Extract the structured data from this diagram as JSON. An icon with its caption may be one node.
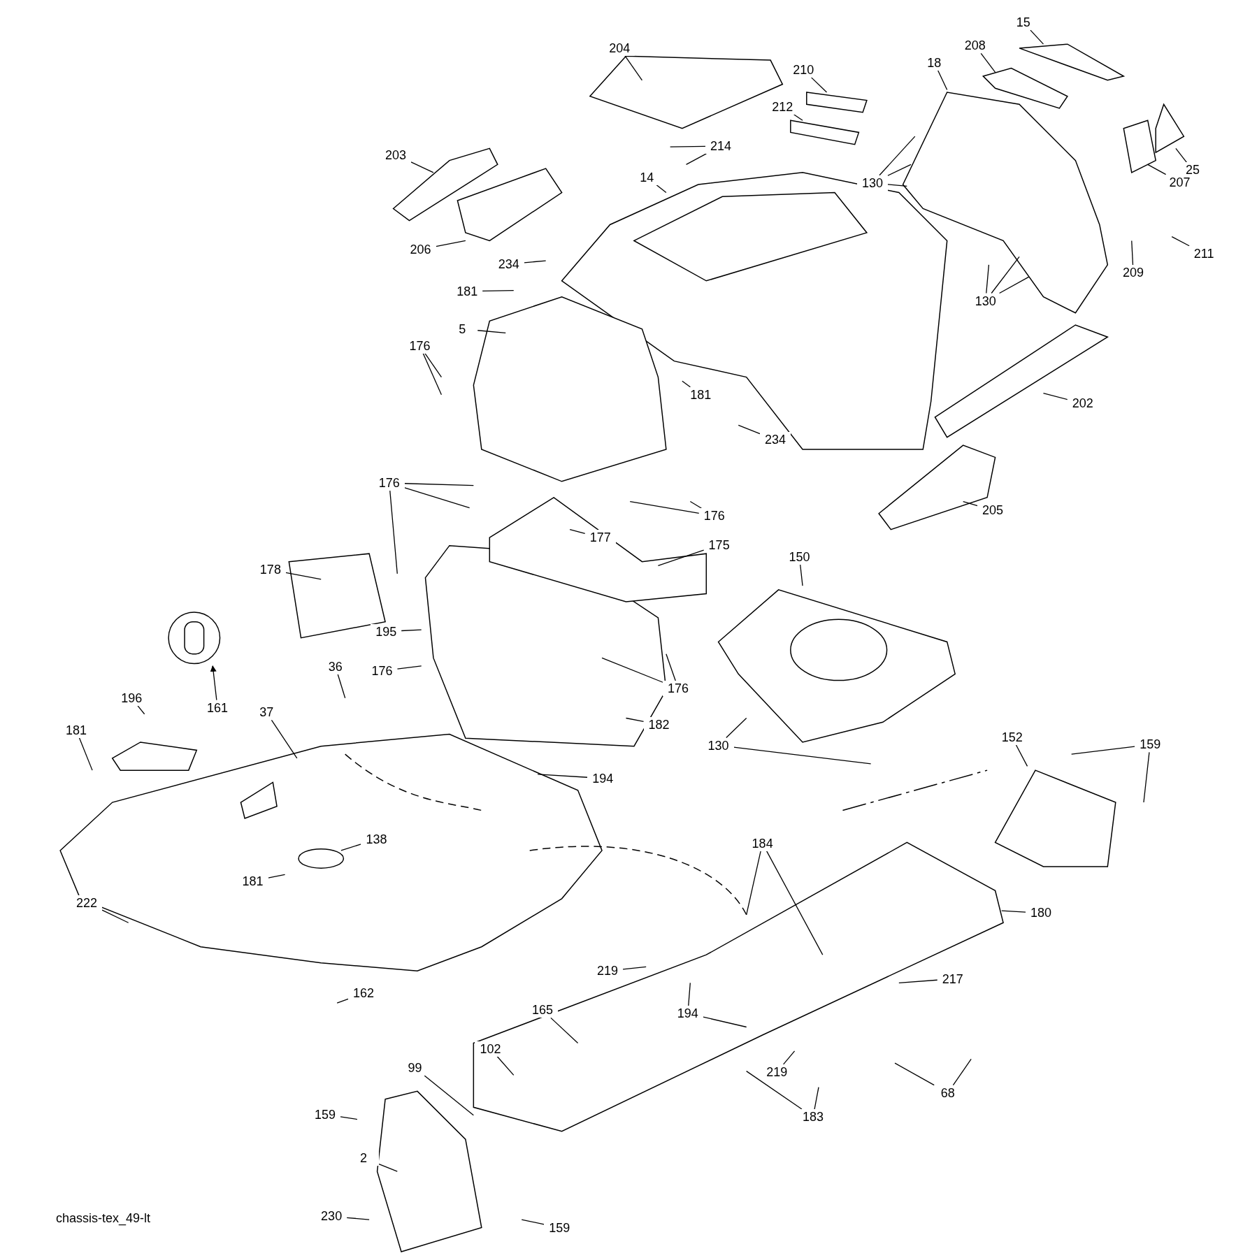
{
  "diagram": {
    "caption": "chassis-tex_49-lt",
    "nodes": [
      {
        "text": [
          "204"
        ]
      },
      {
        "text": [
          "210"
        ]
      },
      {
        "text": [
          "15"
        ]
      },
      {
        "text": [
          "208"
        ]
      },
      {
        "text": [
          "18"
        ]
      },
      {
        "text": [
          "212"
        ]
      },
      {
        "text": [
          "214"
        ]
      },
      {
        "text": [
          "203"
        ]
      },
      {
        "text": [
          "14"
        ]
      },
      {
        "text": [
          "130"
        ]
      },
      {
        "text": [
          "207"
        ]
      },
      {
        "text": [
          "25"
        ]
      },
      {
        "text": [
          "206"
        ]
      },
      {
        "text": [
          "234"
        ]
      },
      {
        "text": [
          "211"
        ]
      },
      {
        "text": [
          "209"
        ]
      },
      {
        "text": [
          "130"
        ]
      },
      {
        "text": [
          "181"
        ]
      },
      {
        "text": [
          "5"
        ]
      },
      {
        "text": [
          "176"
        ]
      },
      {
        "text": [
          "181"
        ]
      },
      {
        "text": [
          "202"
        ]
      },
      {
        "text": [
          "234"
        ]
      },
      {
        "text": [
          "176"
        ]
      },
      {
        "text": [
          "176"
        ]
      },
      {
        "text": [
          "205"
        ]
      },
      {
        "text": [
          "177"
        ]
      },
      {
        "text": [
          "175"
        ]
      },
      {
        "text": [
          "150"
        ]
      },
      {
        "text": [
          "178"
        ]
      },
      {
        "text": [
          "195"
        ]
      },
      {
        "text": [
          "36"
        ]
      },
      {
        "text": [
          "176"
        ]
      },
      {
        "text": [
          "176"
        ]
      },
      {
        "text": [
          "196"
        ]
      },
      {
        "text": [
          "161"
        ]
      },
      {
        "text": [
          "37"
        ]
      },
      {
        "text": [
          "181"
        ]
      },
      {
        "text": [
          "130"
        ]
      },
      {
        "text": [
          "182"
        ]
      },
      {
        "text": [
          "152"
        ]
      },
      {
        "text": [
          "159"
        ]
      },
      {
        "text": [
          "194"
        ]
      },
      {
        "text": [
          "138"
        ]
      },
      {
        "text": [
          "184"
        ]
      },
      {
        "text": [
          "181"
        ]
      },
      {
        "text": [
          "222"
        ]
      },
      {
        "text": [
          "180"
        ]
      },
      {
        "text": [
          "219"
        ]
      },
      {
        "text": [
          "217"
        ]
      },
      {
        "text": [
          "194"
        ]
      },
      {
        "text": [
          "162"
        ]
      },
      {
        "text": [
          "165"
        ]
      },
      {
        "text": [
          "102"
        ]
      },
      {
        "text": [
          "99"
        ]
      },
      {
        "text": [
          "219"
        ]
      },
      {
        "text": [
          "68"
        ]
      },
      {
        "text": [
          "159"
        ]
      },
      {
        "text": [
          "2"
        ]
      },
      {
        "text": [
          "183"
        ]
      },
      {
        "text": [
          "230"
        ]
      },
      {
        "text": [
          "159"
        ]
      }
    ],
    "edges": [
      {
        "from": 0,
        "to": null,
        "arrow": "none"
      },
      {
        "from": 1,
        "to": null,
        "arrow": "none"
      },
      {
        "from": 2,
        "to": null,
        "arrow": "none"
      },
      {
        "from": 3,
        "to": null,
        "arrow": "none"
      },
      {
        "from": 4,
        "to": null,
        "arrow": "none"
      },
      {
        "from": 5,
        "to": null,
        "arrow": "none"
      },
      {
        "from": 6,
        "to": null,
        "arrow": "none"
      },
      {
        "from": 6,
        "to": null,
        "arrow": "none"
      },
      {
        "from": 7,
        "to": null,
        "arrow": "none"
      },
      {
        "from": 8,
        "to": null,
        "arrow": "none"
      },
      {
        "from": 9,
        "to": null,
        "arrow": "none"
      },
      {
        "from": 9,
        "to": null,
        "arrow": "none"
      },
      {
        "from": 9,
        "to": null,
        "arrow": "none"
      },
      {
        "from": 10,
        "to": null,
        "arrow": "none"
      },
      {
        "from": 11,
        "to": null,
        "arrow": "none"
      },
      {
        "from": 12,
        "to": null,
        "arrow": "none"
      },
      {
        "from": 13,
        "to": null,
        "arrow": "none"
      },
      {
        "from": 14,
        "to": null,
        "arrow": "none"
      },
      {
        "from": 15,
        "to": null,
        "arrow": "none"
      },
      {
        "from": 16,
        "to": null,
        "arrow": "none"
      },
      {
        "from": 16,
        "to": null,
        "arrow": "none"
      },
      {
        "from": 16,
        "to": null,
        "arrow": "none"
      },
      {
        "from": 17,
        "to": null,
        "arrow": "none"
      },
      {
        "from": 18,
        "to": null,
        "arrow": "none"
      },
      {
        "from": 19,
        "to": null,
        "arrow": "none"
      },
      {
        "from": 19,
        "to": null,
        "arrow": "none"
      },
      {
        "from": 20,
        "to": null,
        "arrow": "none"
      },
      {
        "from": 21,
        "to": null,
        "arrow": "none"
      },
      {
        "from": 22,
        "to": null,
        "arrow": "none"
      },
      {
        "from": 23,
        "to": null,
        "arrow": "none"
      },
      {
        "from": 23,
        "to": null,
        "arrow": "none"
      },
      {
        "from": 23,
        "to": null,
        "arrow": "none"
      },
      {
        "from": 24,
        "to": null,
        "arrow": "none"
      },
      {
        "from": 24,
        "to": null,
        "arrow": "none"
      },
      {
        "from": 25,
        "to": null,
        "arrow": "none"
      },
      {
        "from": 26,
        "to": null,
        "arrow": "none"
      },
      {
        "from": 27,
        "to": null,
        "arrow": "none"
      },
      {
        "from": 28,
        "to": null,
        "arrow": "none"
      },
      {
        "from": 29,
        "to": null,
        "arrow": "none"
      },
      {
        "from": 30,
        "to": null,
        "arrow": "none"
      },
      {
        "from": 31,
        "to": null,
        "arrow": "none"
      },
      {
        "from": 32,
        "to": null,
        "arrow": "none"
      },
      {
        "from": 33,
        "to": null,
        "arrow": "none"
      },
      {
        "from": 33,
        "to": null,
        "arrow": "none"
      },
      {
        "from": 34,
        "to": null,
        "arrow": "none"
      },
      {
        "from": 35,
        "to": null,
        "arrow": "to"
      },
      {
        "from": 36,
        "to": null,
        "arrow": "none"
      },
      {
        "from": 37,
        "to": null,
        "arrow": "none"
      },
      {
        "from": 38,
        "to": null,
        "arrow": "none"
      },
      {
        "from": 38,
        "to": null,
        "arrow": "none"
      },
      {
        "from": 39,
        "to": null,
        "arrow": "none"
      },
      {
        "from": 40,
        "to": null,
        "arrow": "none"
      },
      {
        "from": 41,
        "to": null,
        "arrow": "none"
      },
      {
        "from": 41,
        "to": null,
        "arrow": "none"
      },
      {
        "from": 42,
        "to": null,
        "arrow": "none"
      },
      {
        "from": 43,
        "to": null,
        "arrow": "none"
      },
      {
        "from": 44,
        "to": null,
        "arrow": "none"
      },
      {
        "from": 44,
        "to": null,
        "arrow": "none"
      },
      {
        "from": 45,
        "to": null,
        "arrow": "none"
      },
      {
        "from": 46,
        "to": null,
        "arrow": "none"
      },
      {
        "from": 47,
        "to": null,
        "arrow": "none"
      },
      {
        "from": 48,
        "to": null,
        "arrow": "none"
      },
      {
        "from": 49,
        "to": null,
        "arrow": "none"
      },
      {
        "from": 50,
        "to": null,
        "arrow": "none"
      },
      {
        "from": 50,
        "to": null,
        "arrow": "none"
      },
      {
        "from": 51,
        "to": null,
        "arrow": "none"
      },
      {
        "from": 52,
        "to": null,
        "arrow": "none"
      },
      {
        "from": 53,
        "to": null,
        "arrow": "none"
      },
      {
        "from": 54,
        "to": null,
        "arrow": "none"
      },
      {
        "from": 55,
        "to": null,
        "arrow": "none"
      },
      {
        "from": 56,
        "to": null,
        "arrow": "none"
      },
      {
        "from": 56,
        "to": null,
        "arrow": "none"
      },
      {
        "from": 57,
        "to": null,
        "arrow": "none"
      },
      {
        "from": 58,
        "to": null,
        "arrow": "none"
      },
      {
        "from": 59,
        "to": null,
        "arrow": "none"
      },
      {
        "from": 59,
        "to": null,
        "arrow": "none"
      },
      {
        "from": 60,
        "to": null,
        "arrow": "none"
      },
      {
        "from": 61,
        "to": null,
        "arrow": "none"
      }
    ]
  }
}
